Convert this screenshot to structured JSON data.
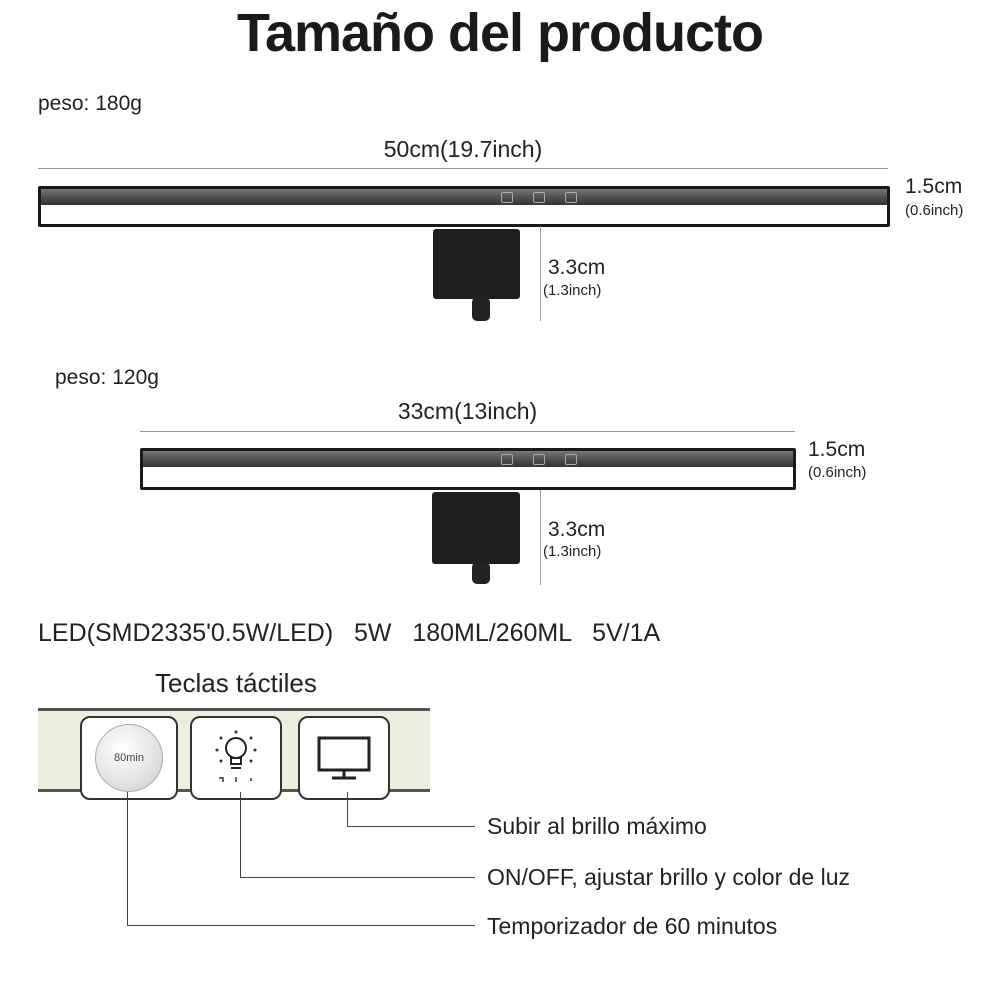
{
  "title": "Tamaño del producto",
  "lamp_large": {
    "weight": "peso: 180g",
    "length": "50cm(19.7inch)",
    "height_cm": "1.5cm",
    "height_in": "(0.6inch)",
    "clamp_cm": "3.3cm",
    "clamp_in": "(1.3inch)"
  },
  "lamp_small": {
    "weight": "peso: 120g",
    "length": "33cm(13inch)",
    "height_cm": "1.5cm",
    "height_in": "(0.6inch)",
    "clamp_cm": "3.3cm",
    "clamp_in": "(1.3inch)"
  },
  "specs": "LED(SMD2335'0.5W/LED)   5W   180ML/260ML   5V/1A",
  "touch_keys": {
    "heading": "Teclas táctiles",
    "timer_label": "80min",
    "functions": [
      "Subir al brillo máximo",
      "ON/OFF, ajustar brillo y color de luz",
      "Temporizador de 60 minutos"
    ]
  }
}
